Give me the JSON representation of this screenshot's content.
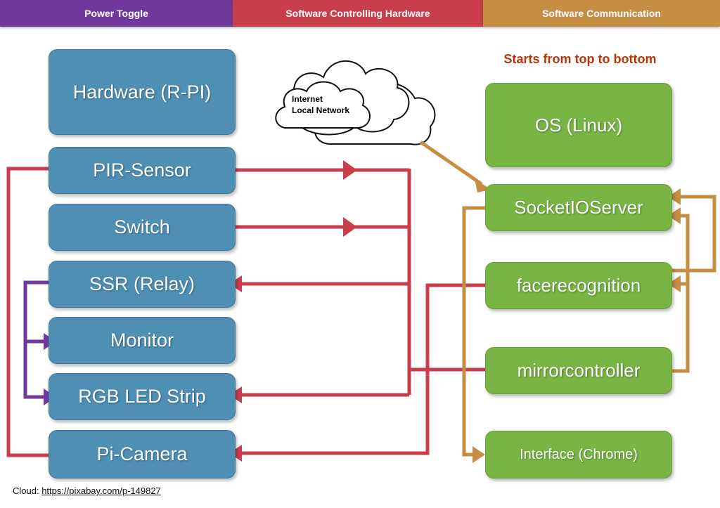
{
  "legend": {
    "power": "Power Toggle",
    "software_hw": "Software Controlling Hardware",
    "software_comm": "Software Communication"
  },
  "subtitle": "Starts from top to bottom",
  "cloud": {
    "line1": "Internet",
    "line2": "Local Network"
  },
  "hardware": {
    "header": "Hardware (R-PI)",
    "pir": "PIR-Sensor",
    "switch": "Switch",
    "ssr": "SSR (Relay)",
    "monitor": "Monitor",
    "rgb": "RGB LED Strip",
    "camera": "Pi-Camera"
  },
  "software": {
    "os": "OS (Linux)",
    "socket": "SocketIOServer",
    "face": "facerecognition",
    "mirror": "mirrorcontroller",
    "interface": "Interface (Chrome)"
  },
  "credit": {
    "label": "Cloud: ",
    "url": "https://pixabay.com/p-149827"
  },
  "colors": {
    "power": "#6f3a9c",
    "software_hw": "#c83e4d",
    "software_comm": "#c68d45",
    "hardware_box": "#4f8fb4",
    "software_box": "#79b545",
    "subtitle": "#b8340b"
  }
}
